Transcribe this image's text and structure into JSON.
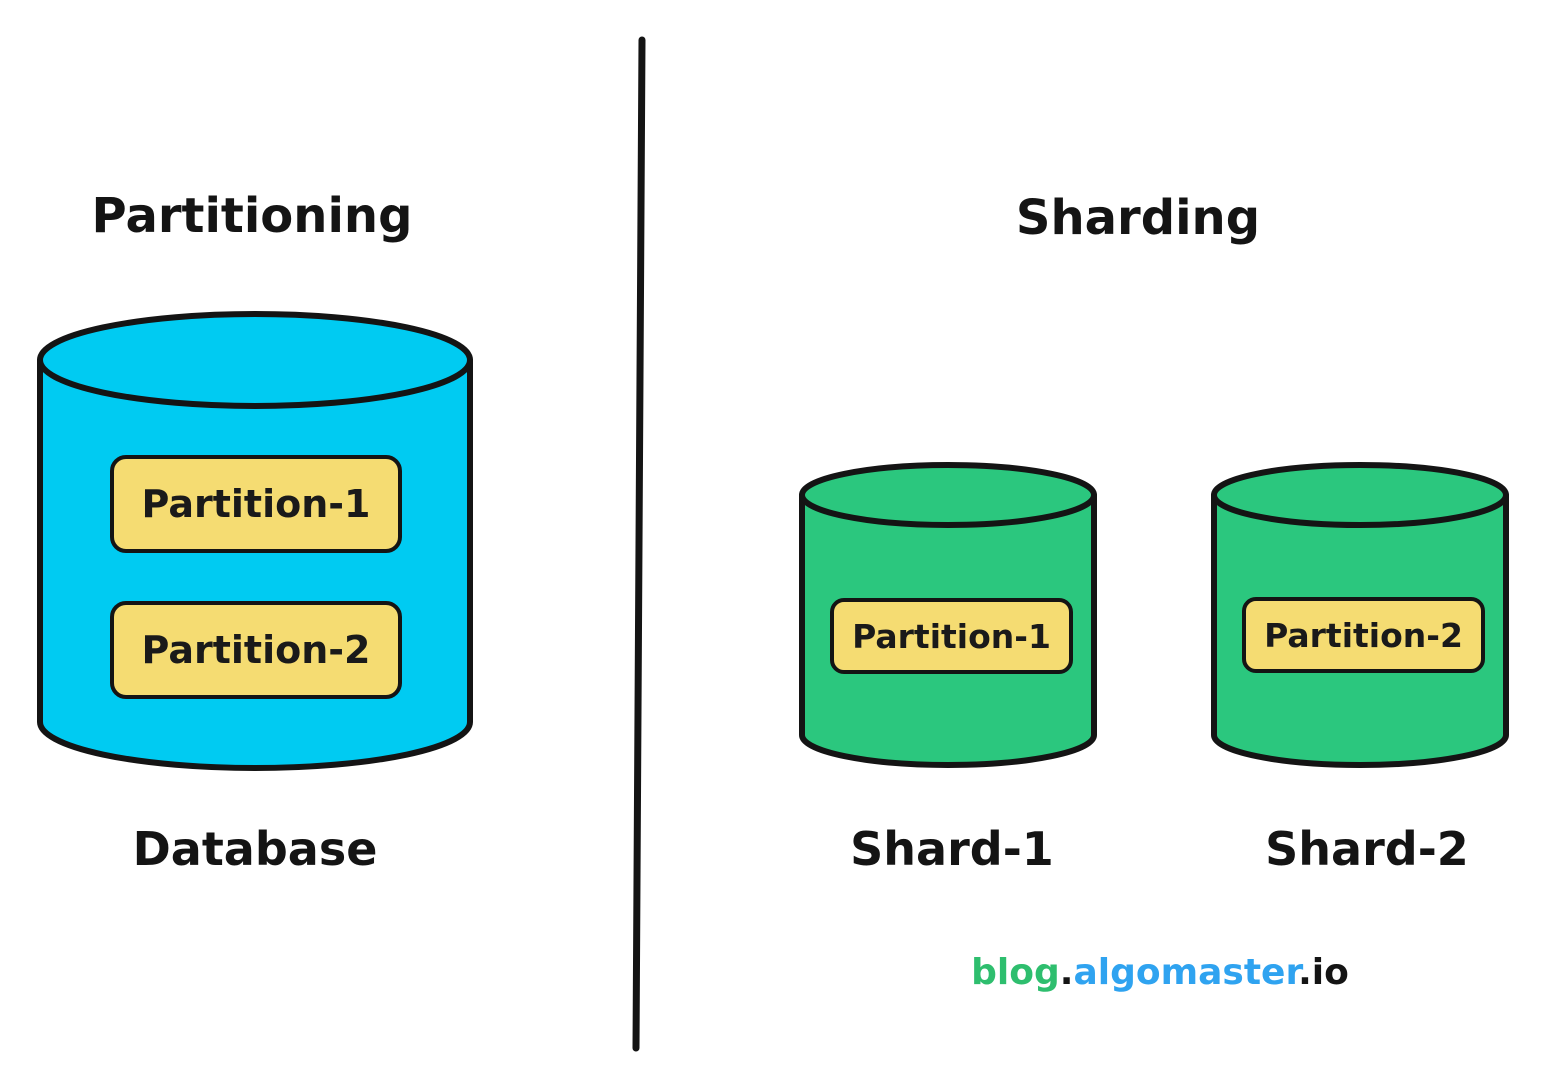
{
  "left_panel": {
    "title": "Partitioning",
    "cylinder_label": "Database",
    "partitions": [
      {
        "label": "Partition-1"
      },
      {
        "label": "Partition-2"
      }
    ]
  },
  "right_panel": {
    "title": "Sharding",
    "shards": [
      {
        "cylinder_label": "Shard-1",
        "partition_label": "Partition-1"
      },
      {
        "cylinder_label": "Shard-2",
        "partition_label": "Partition-2"
      }
    ]
  },
  "footer": {
    "blog": "blog",
    "dot1": ".",
    "algomaster": "algomaster",
    "dot2": ".",
    "io": "io"
  },
  "colors": {
    "database_cyan": "#00cbf2",
    "shard_green": "#2bc77e",
    "partition_yellow": "#f5dc72",
    "outline_black": "#141414",
    "footer_green": "#2ebe6e",
    "footer_blue": "#2fa3f0"
  }
}
